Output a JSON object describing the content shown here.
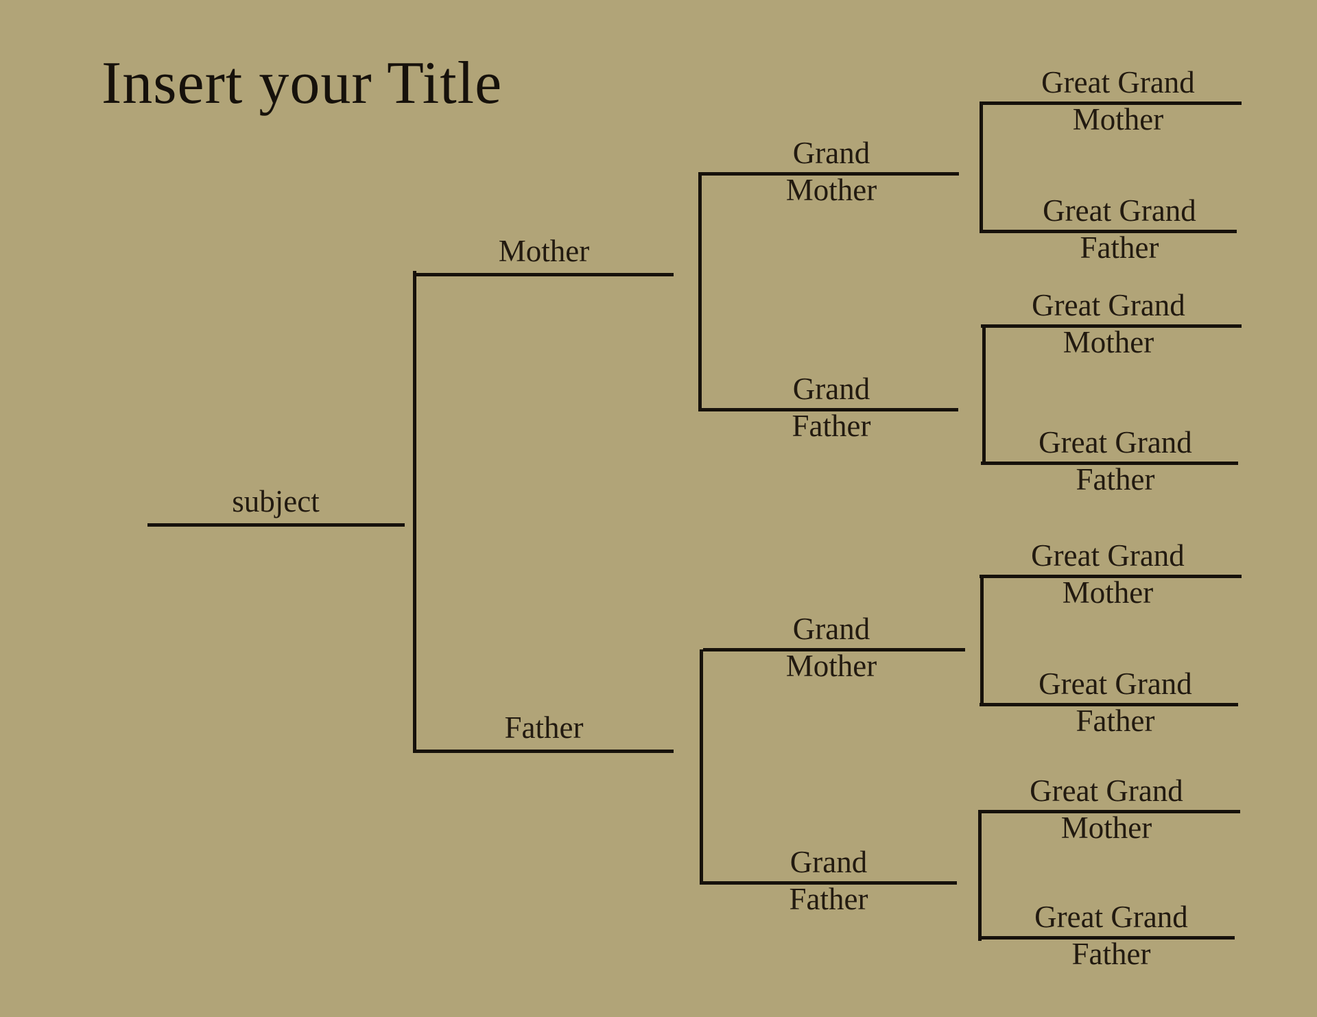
{
  "colors": {
    "background": "#b1a478",
    "ink": "#16110b",
    "text": "#221a10"
  },
  "title": "Insert your Title",
  "tree": {
    "subject": {
      "label": "subject"
    },
    "mother": {
      "label": "Mother"
    },
    "father": {
      "label": "Father"
    },
    "maternal_grandmother": {
      "line1": "Grand",
      "line2": "Mother"
    },
    "maternal_grandfather": {
      "line1": "Grand",
      "line2": "Father"
    },
    "paternal_grandmother": {
      "line1": "Grand",
      "line2": "Mother"
    },
    "paternal_grandfather": {
      "line1": "Grand",
      "line2": "Father"
    },
    "mm_ggm": {
      "line1": "Great Grand",
      "line2": "Mother"
    },
    "mm_ggf": {
      "line1": "Great Grand",
      "line2": "Father"
    },
    "mf_ggm": {
      "line1": "Great Grand",
      "line2": "Mother"
    },
    "mf_ggf": {
      "line1": "Great Grand",
      "line2": "Father"
    },
    "fm_ggm": {
      "line1": "Great Grand",
      "line2": "Mother"
    },
    "fm_ggf": {
      "line1": "Great Grand",
      "line2": "Father"
    },
    "ff_ggm": {
      "line1": "Great Grand",
      "line2": "Mother"
    },
    "ff_ggf": {
      "line1": "Great Grand",
      "line2": "Father"
    }
  }
}
